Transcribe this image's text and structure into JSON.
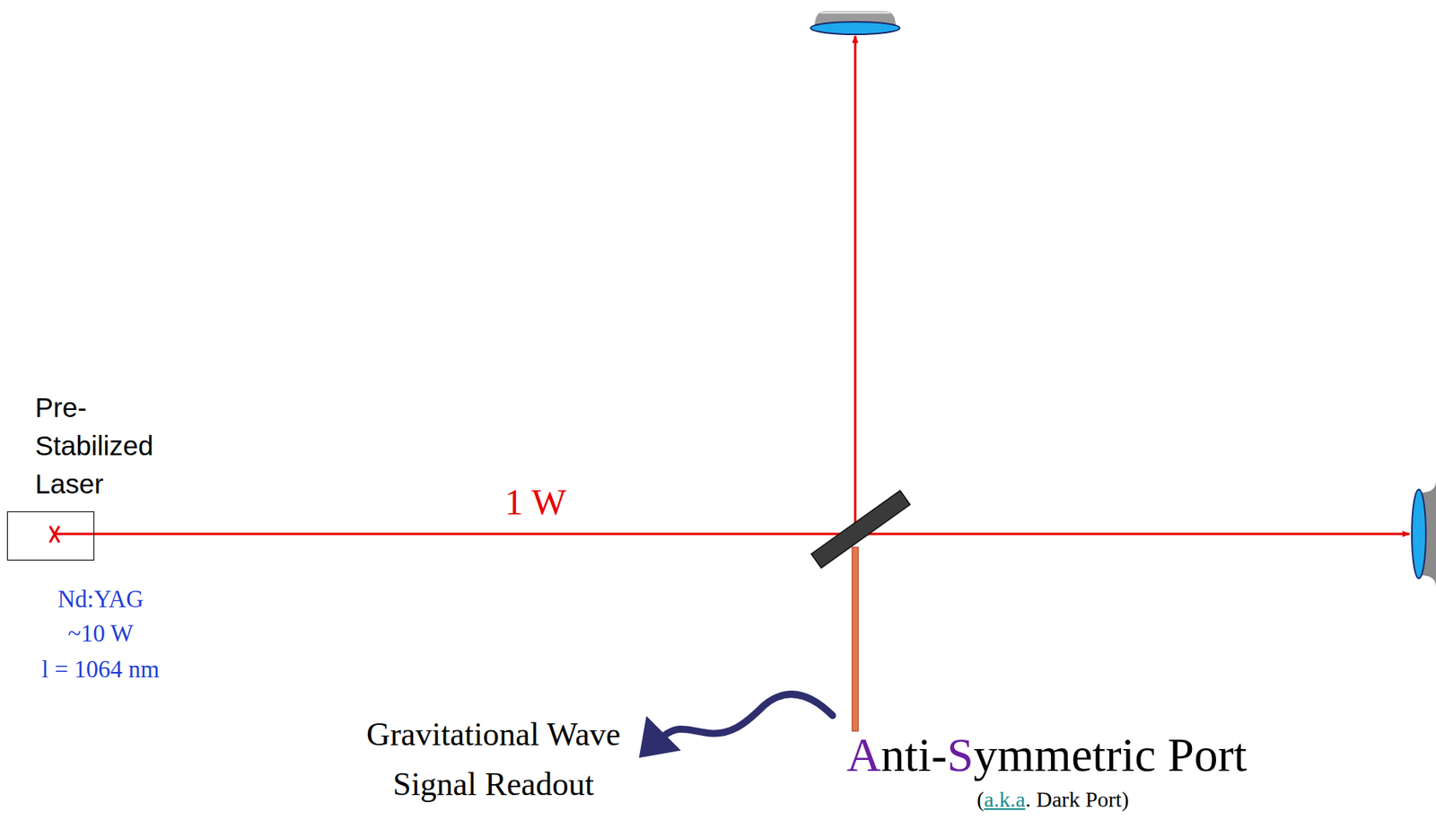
{
  "diagram": {
    "nodes": [
      {
        "text": [
          "Pre- Stabilized Laser"
        ]
      }
    ],
    "labels": [
      "1 W",
      "Nd:YAG",
      "~10 W",
      "l = 1064 nm",
      "Gravitational Wave Signal Readout",
      "Anti-Symmetric Port",
      "(a.k.a. Dark Port)"
    ]
  }
}
